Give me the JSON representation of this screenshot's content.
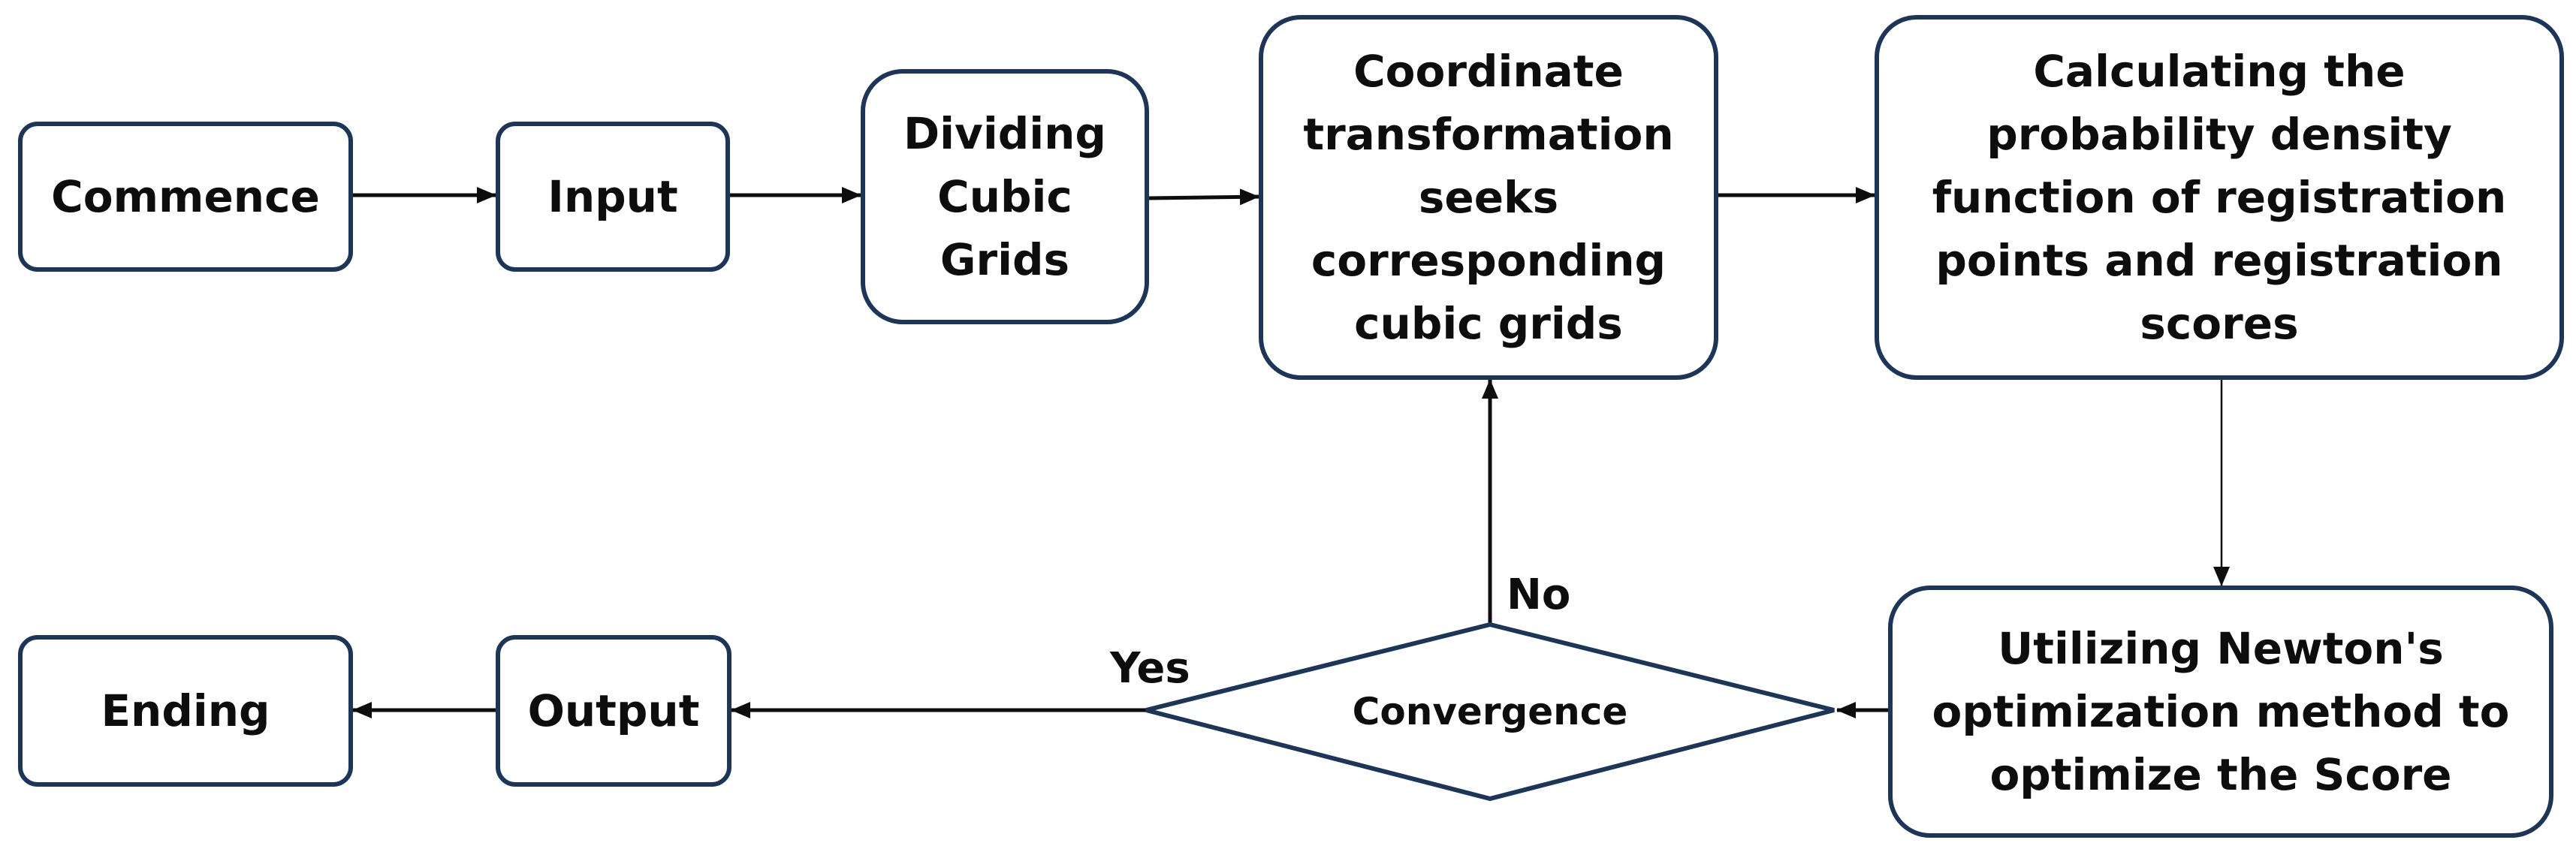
{
  "nodes": {
    "commence": "Commence",
    "input": "Input",
    "dividing": "Dividing\nCubic\nGrids",
    "coordinate": "Coordinate\ntransformation\nseeks\ncorresponding\ncubic grids",
    "calculating": "Calculating the\nprobability density\nfunction of registration\npoints and registration\nscores",
    "utilizing": "Utilizing Newton's\noptimization method to\noptimize the Score",
    "convergence": "Convergence",
    "output": "Output",
    "ending": "Ending"
  },
  "edges": {
    "no_label": "No",
    "yes_label": "Yes"
  },
  "colors": {
    "border": "#1b3658",
    "arrow": "#0d0d0d"
  }
}
